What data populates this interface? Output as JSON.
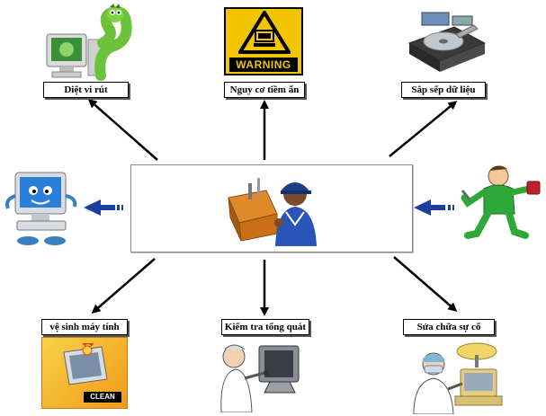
{
  "labels": {
    "top_left": "Diệt vi rút",
    "top_center": "Nguy cơ tiềm ẩn",
    "top_right": "Sắp sếp dữ liệu",
    "bottom_left": "vệ sinh máy tính",
    "bottom_center": "Kiểm tra tổng quát",
    "bottom_right": "Sửa chữa sự cố"
  },
  "warning_text": "WARNING",
  "clean_text": "CLEAN",
  "icons": {
    "top_left": "virus-worm-computer-icon",
    "top_center": "warning-sign-icon",
    "top_right": "hard-drive-icon",
    "mid_left": "cartoon-computer-icon",
    "mid_right": "repairman-running-icon",
    "center": "technician-toolbox-icon",
    "bottom_left": "pc-clean-icon",
    "bottom_center": "doctor-examining-computer-icon",
    "bottom_right": "surgeon-repairing-computer-icon"
  },
  "colors": {
    "arrow": "#000000",
    "side_arrow": "#1a3fa0",
    "warning_yellow": "#f3c400"
  }
}
